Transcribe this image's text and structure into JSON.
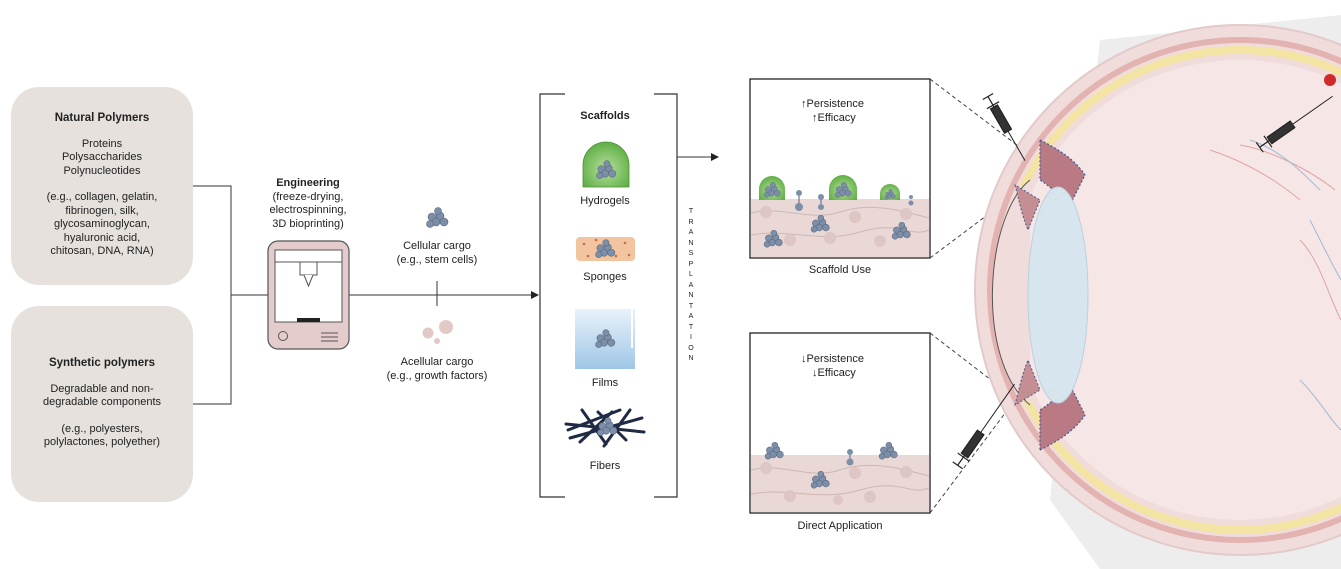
{
  "natural_polymers": {
    "title": "Natural Polymers",
    "types": [
      "Proteins",
      "Polysaccharides",
      "Polynucleotides"
    ],
    "examples": [
      "(e.g., collagen, gelatin,",
      "fibrinogen, silk,",
      "glycosaminoglycan,",
      "hyaluronic acid,",
      "chitosan, DNA, RNA)"
    ]
  },
  "synthetic_polymers": {
    "title": "Synthetic polymers",
    "components": [
      "Degradable and non-",
      "degradable components"
    ],
    "examples": [
      "(e.g., polyesters,",
      "polylactones, polyether)"
    ]
  },
  "engineering": {
    "title": "Engineering",
    "methods": [
      "(freeze-drying,",
      "electrospinning,",
      "3D bioprinting)"
    ]
  },
  "cargo": {
    "cellular": [
      "Cellular cargo",
      "(e.g., stem cells)"
    ],
    "acellular": [
      "Acellular cargo",
      "(e.g., growth factors)"
    ]
  },
  "scaffolds": {
    "title": "Scaffolds",
    "items": [
      "Hydrogels",
      "Sponges",
      "Films",
      "Fibers"
    ]
  },
  "transplantation": [
    "T",
    "R",
    "A",
    "N",
    "S",
    "P",
    "L",
    "A",
    "N",
    "T",
    "A",
    "T",
    "I",
    "O",
    "N"
  ],
  "panels": {
    "scaffold_use": {
      "persistence": "Persistence",
      "efficacy": "Efficacy",
      "arrow": "↑",
      "caption": "Scaffold Use"
    },
    "direct_application": {
      "persistence": "Persistence",
      "efficacy": "Efficacy",
      "arrow": "↓",
      "caption": "Direct Application"
    }
  },
  "colors": {
    "box_fill": "#e6e1dd",
    "hydrogel_green": "#7fc463",
    "cell_blue": "#7d8fa8",
    "sponge_orange": "#f2c4a0",
    "film_blue": "#b9d6ec",
    "eye_pink": "#f1dcdc",
    "retina_yellow": "#f3e4a3",
    "tissue_pink": "#ead8d6"
  }
}
